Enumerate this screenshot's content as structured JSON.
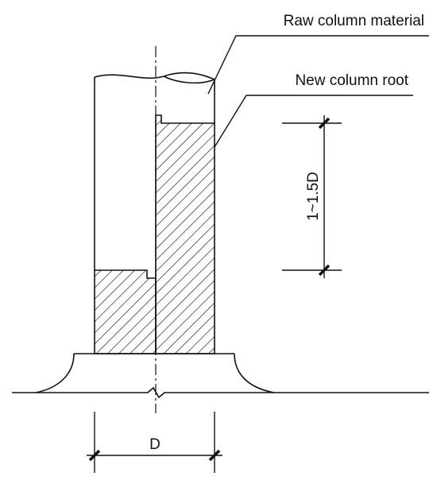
{
  "labels": {
    "raw_material": "Raw column material",
    "new_root": "New column root",
    "height_dimension": "1~1.5D",
    "width_dimension": "D"
  },
  "colors": {
    "line": "#111111",
    "background": "#ffffff"
  }
}
